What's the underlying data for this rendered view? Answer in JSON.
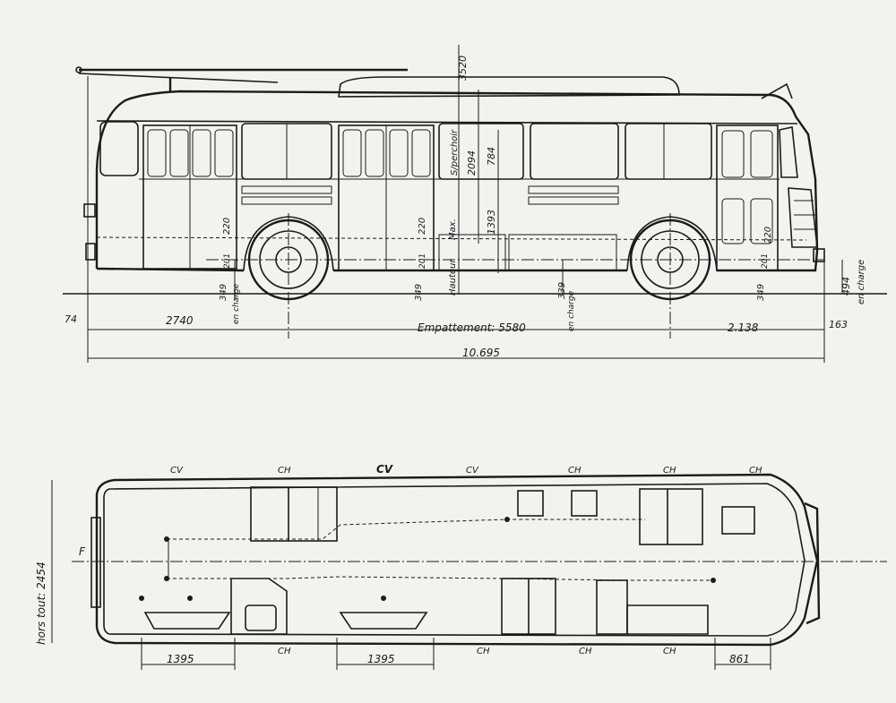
{
  "side_view": {
    "height_overall": "3520",
    "dim_left_overhang": "2740",
    "dim_front_gap": "74",
    "wheelbase": "Empattement: 5580",
    "dim_rear_overhang": "2.138",
    "dim_rear_gap": "163",
    "overall_length": "10.695",
    "label_en_charge_left": "en charge",
    "label_en_charge_mid": "en charge",
    "label_en_charge_right": "en charge",
    "step_height_349": "349",
    "step_height_339": "339",
    "step_height_494": "494",
    "door_220_a": "220",
    "door_220_b": "220",
    "door_220_c": "220",
    "door_201_a": "201",
    "door_201_b": "201",
    "door_201_c": "201",
    "interior_max": "Max.",
    "interior_hauteur": "Hauteur",
    "interior_sperchoir": "S/perchoir",
    "interior_2094": "2094",
    "interior_784": "784",
    "interior_1393": "1393"
  },
  "plan_view": {
    "width_label": "hors tout: 2454",
    "front_mark": "F",
    "bay_labels_top": [
      "CV",
      "CH",
      "CV",
      "CV",
      "CH",
      "CH",
      "CH"
    ],
    "bay_labels_bottom": [
      "CH",
      "CH",
      "CH",
      "CH"
    ],
    "dim_front_bay": "1395",
    "dim_mid_bay": "1395",
    "dim_rear": "861"
  }
}
